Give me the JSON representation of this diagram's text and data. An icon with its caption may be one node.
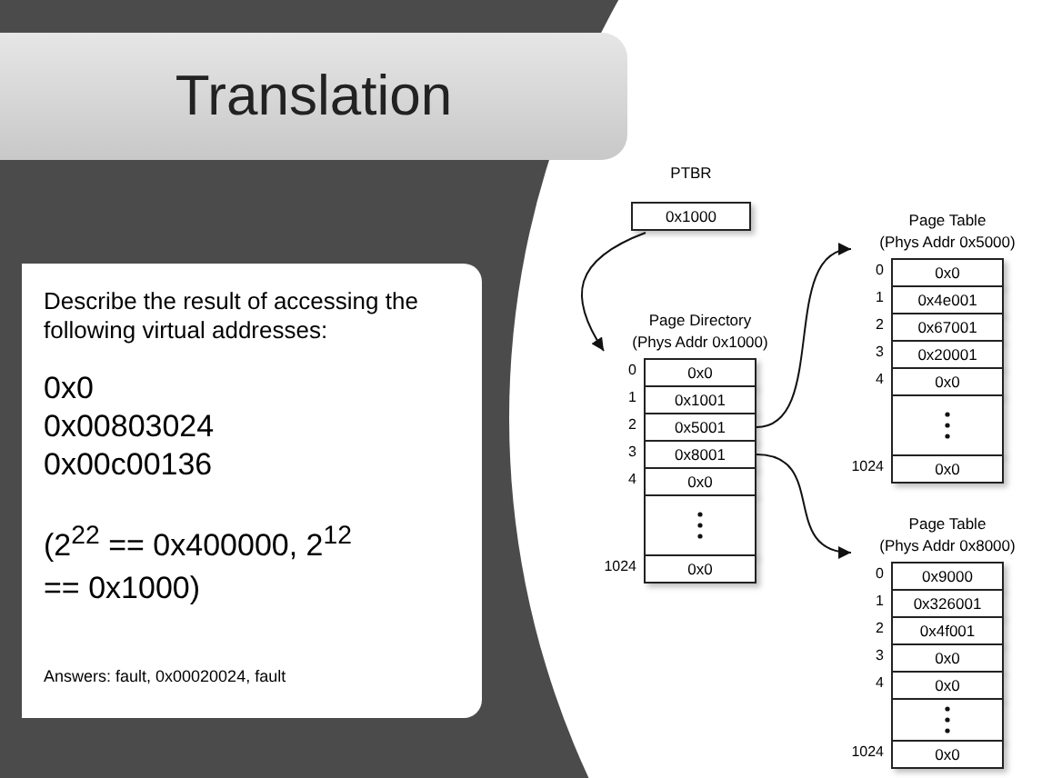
{
  "diagram": {
    "title": "Translation",
    "nodes": [
      {
        "text": [
          "PTBR",
          "0x1000"
        ]
      },
      {
        "text": [
          "Page Directory",
          "(Phys Addr 0x1000)"
        ]
      },
      {
        "text": [
          "0x0"
        ],
        "in": 1,
        "beside": [
          "0"
        ]
      },
      {
        "text": [
          "0x1001"
        ],
        "in": 1,
        "beside": [
          "1"
        ]
      },
      {
        "text": [
          "0x5001"
        ],
        "in": 1,
        "beside": [
          "2"
        ]
      },
      {
        "text": [
          "0x8001"
        ],
        "in": 1,
        "beside": [
          "3"
        ]
      },
      {
        "text": [
          "0x0"
        ],
        "in": 1,
        "beside": [
          "4"
        ]
      },
      {
        "text": [],
        "shape": "box",
        "in": 1
      },
      {
        "text": [
          "0x0"
        ],
        "in": 1,
        "beside": [
          "1024"
        ]
      },
      {
        "text": [
          "Page Table",
          "(Phys Addr 0x5000)"
        ]
      },
      {
        "text": [
          "0x0"
        ],
        "in": 9,
        "beside": [
          "0"
        ]
      },
      {
        "text": [
          "0x4e001"
        ],
        "in": 9,
        "beside": [
          "1"
        ]
      },
      {
        "text": [
          "0x67001"
        ],
        "in": 9,
        "beside": [
          "2"
        ]
      },
      {
        "text": [
          "0x20001"
        ],
        "in": 9,
        "beside": [
          "3"
        ]
      },
      {
        "text": [
          "0x0"
        ],
        "in": 9,
        "beside": [
          "4"
        ]
      },
      {
        "text": [],
        "shape": "box",
        "in": 9
      },
      {
        "text": [
          "0x0"
        ],
        "in": 9,
        "beside": [
          "1024"
        ]
      },
      {
        "text": [
          "Page Table",
          "(Phys Addr 0x8000)"
        ]
      },
      {
        "text": [
          "0x9000"
        ],
        "in": 17,
        "beside": [
          "0"
        ]
      },
      {
        "text": [
          "0x326001"
        ],
        "in": 17,
        "beside": [
          "1"
        ]
      },
      {
        "text": [
          "0x4f001"
        ],
        "in": 17,
        "beside": [
          "2"
        ]
      },
      {
        "text": [
          "0x0"
        ],
        "in": 17,
        "beside": [
          "3"
        ]
      },
      {
        "text": [
          "0x0"
        ],
        "in": 17,
        "beside": [
          "4"
        ]
      },
      {
        "text": [],
        "shape": "box",
        "in": 17
      },
      {
        "text": [
          "0x0"
        ],
        "in": 17,
        "beside": [
          "1024"
        ]
      }
    ],
    "edges": [
      {
        "from": 0,
        "to": 1,
        "arrow": "to"
      },
      {
        "from": 4,
        "to": 9,
        "arrow": "to"
      },
      {
        "from": 5,
        "to": 17,
        "arrow": "to"
      }
    ],
    "labels": [
      "Describe the result of accessing the following virtual addresses:",
      "0x0",
      "0x00803024",
      "0x00c00136",
      "(2$^{22}$ == 0x400000, 2$^{12}$ == 0x1000)",
      "Answers: fault, 0x00020024, fault"
    ]
  }
}
